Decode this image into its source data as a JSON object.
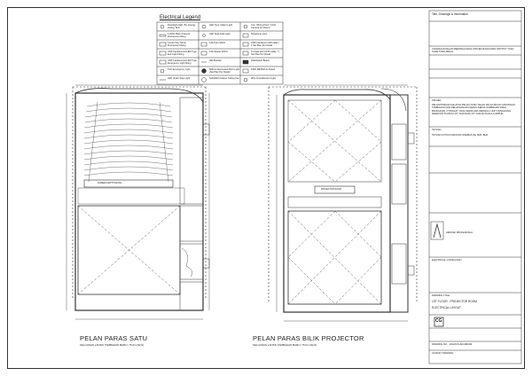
{
  "legend": {
    "title": "Electrical Legend",
    "items": [
      {
        "col": 0,
        "row": 0,
        "text": "Downlight LED, 8w, Energy saving, 6LK"
      },
      {
        "col": 0,
        "row": 1,
        "text": "1.2Mx1 Bare Channel Fluorescent fitting"
      },
      {
        "col": 0,
        "row": 2,
        "text": "Control Key Mirror Fluorescent fitting"
      },
      {
        "col": 0,
        "row": 3,
        "text": "UNP Cantilevered LED Type Exit Light Fitting"
      },
      {
        "col": 0,
        "row": 4,
        "text": "UNP Cantilevered LED Type Emergency Light fitting"
      },
      {
        "col": 0,
        "row": 5,
        "text": "Twin Emergency Light"
      },
      {
        "col": 0,
        "row": 6,
        "text": "LED Under Step Light"
      },
      {
        "col": 1,
        "row": 0,
        "text": "LED Type Clatter Light"
      },
      {
        "col": 1,
        "row": 1,
        "text": "LED Seat Aisle Light"
      },
      {
        "col": 1,
        "row": 2,
        "text": "13A Twin S/S/O"
      },
      {
        "col": 1,
        "row": 3,
        "text": "13A Socket S/S/O"
      },
      {
        "col": 1,
        "row": 4,
        "text": "ISR Bracket"
      },
      {
        "col": 1,
        "row": 5,
        "text": "600mm Recessed Ditch Light (Set Plan Per Detail)"
      },
      {
        "col": 1,
        "row": 6,
        "text": "SUNARA Antique Ceiling Fan"
      },
      {
        "col": 2,
        "row": 0,
        "text": "Con. Wiring Point / CCN Camera by Other's"
      },
      {
        "col": 2,
        "row": 1,
        "text": "Telephone point"
      },
      {
        "col": 2,
        "row": 2,
        "text": "UNP Cantilever LED cable / 1 Set Plan Per Detail"
      },
      {
        "col": 2,
        "row": 3,
        "text": "To Data with CAT6 cable / 1 Set Plan Per Detail"
      },
      {
        "col": 2,
        "row": 4,
        "text": "Distribution Board"
      },
      {
        "col": 2,
        "row": 5,
        "text": "KWH METER As Noted"
      },
      {
        "col": 2,
        "row": 6,
        "text": "Wire Incandescent Light"
      }
    ]
  },
  "plans": {
    "left": {
      "title": "PELAN PARAS SATU",
      "subtitle": "KELUASAN LANTAI TAMBAHAN BARU: 75.6m (92.6)"
    },
    "right": {
      "title": "PELAN PARAS BILIK PROJECTOR",
      "subtitle": "KELUASAN LANTAI TAMBAHAN BARU: 75.6m (92.6)"
    }
  },
  "labels": {
    "seats_label": "SCREEN DEPTH DETAIL",
    "projector_label": "PROJECTOR ROOM"
  },
  "title_block": {
    "header": "Title, Drawings & Information",
    "notes_title": "PROJEK:",
    "project": "CADANGAN PELAN MERUBAH KECIL PROJEK BANGUNAN INSTITUT TUAN SUAR SYED ABDUL",
    "notes": "PELAN PINDAAN KE ATAS PELAN YANG TELAH DILULUSKAN CADANGAN TAMBAHAN DAN PELAKSANAAN KERJA-KERJA SAMBAHAN PADA BANGUNAN 3 TINGKAT YANG SEDIA ADA KEPADA 2 UNIT PANGGUNG DEWAYAN DI ATAS LOT 7429 DAN LOT 7430 DI KUALA LUMPUR",
    "client_label": "TETUAN",
    "client": "TETUAN LOTUS FIVESTAR CINEMAS (M) SDN. BHD.",
    "architect": "ARKITEK PROFESIONAL",
    "consultant": "ELECTRICAL CONSULTANT",
    "drawing_title_label": "DRAWING TITLE",
    "drawing_title": "1ST FLOOR - PROJECTOR ROOM",
    "drawing_subtitle": "ELECTRICAL LAYOUT",
    "drawing_no": "DRAWING NO. : 2012/COL/EC/AB/034",
    "status": "AS BUILT DRAWING",
    "logo": "CG"
  }
}
